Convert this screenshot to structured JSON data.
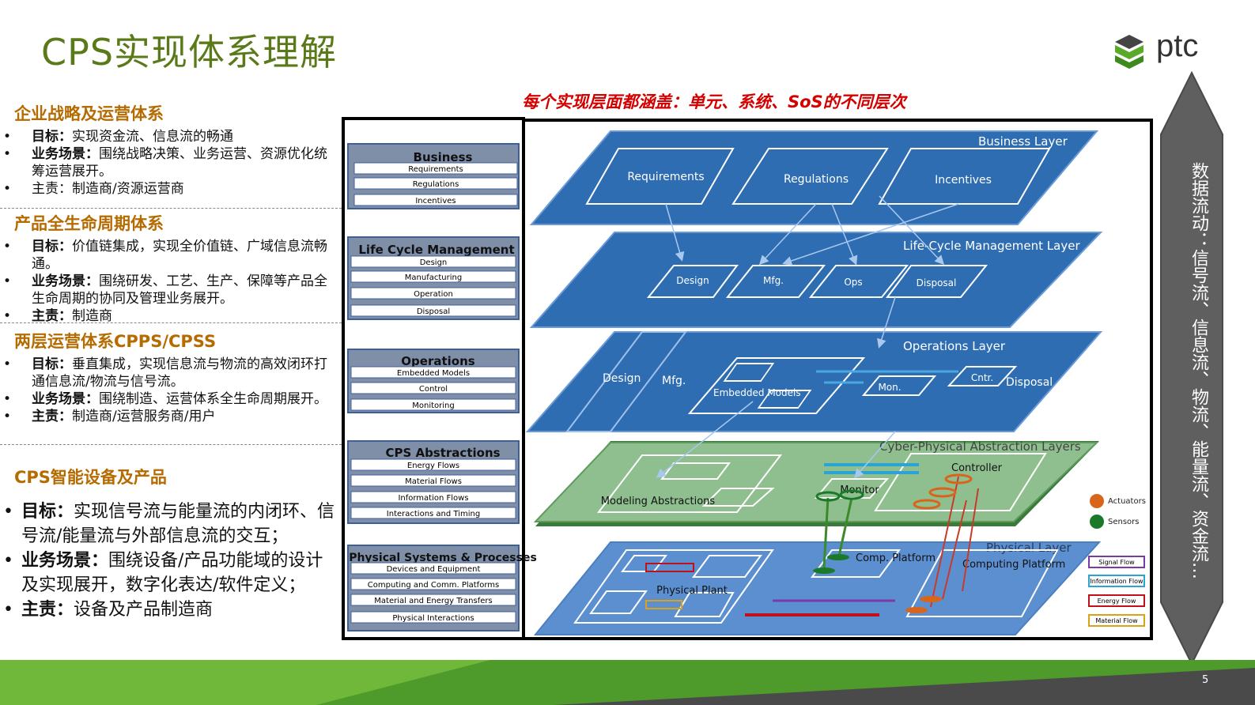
{
  "title": "CPS实现体系理解",
  "logo_text": "ptc",
  "banner": "每个实现层面都涵盖：单元、系统、SoS的不同层次",
  "sections": [
    {
      "heading": "企业战略及运营体系",
      "items": [
        {
          "label": "目标：",
          "text": "实现资金流、信息流的畅通"
        },
        {
          "label": "业务场景：",
          "text": "围绕战略决策、业务运营、资源优化统筹运营展开。"
        },
        {
          "label": "",
          "text": "主责：制造商/资源运营商"
        }
      ]
    },
    {
      "heading": "产品全生命周期体系",
      "items": [
        {
          "label": "目标：",
          "text": "价值链集成，实现全价值链、广域信息流畅通。"
        },
        {
          "label": "业务场景：",
          "text": "围绕研发、工艺、生产、保障等产品全生命周期的协同及管理业务展开。"
        },
        {
          "label": "主责：",
          "text": "制造商"
        }
      ]
    },
    {
      "heading": "两层运营体系CPPS/CPSS",
      "items": [
        {
          "label": "目标：",
          "text": "垂直集成，实现信息流与物流的高效闭环打通信息流/物流与信号流。"
        },
        {
          "label": "业务场景：",
          "text": "围绕制造、运营体系全生命周期展开。"
        },
        {
          "label": "主责：",
          "text": "制造商/运营服务商/用户"
        }
      ]
    },
    {
      "heading": "CPS智能设备及产品",
      "items": [
        {
          "label": "目标：",
          "text": "实现信号流与能量流的内闭环、信号流/能量流与外部信息流的交互；"
        },
        {
          "label": "业务场景：",
          "text": "围绕设备/产品功能域的设计及实现展开，数字化表达/软件定义；"
        },
        {
          "label": "主责：",
          "text": "设备及产品制造商"
        }
      ]
    }
  ],
  "side_boxes": [
    {
      "title": "Business",
      "items": [
        "Requirements",
        "Regulations",
        "Incentives"
      ]
    },
    {
      "title": "Life Cycle Management",
      "items": [
        "Design",
        "Manufacturing",
        "Operation",
        "Disposal"
      ]
    },
    {
      "title": "Operations",
      "items": [
        "Embedded Models",
        "Control",
        "Monitoring"
      ]
    },
    {
      "title": "CPS Abstractions",
      "items": [
        "Energy Flows",
        "Material Flows",
        "Information  Flows",
        "Interactions  and Timing"
      ]
    },
    {
      "title": "Physical Systems & Processes",
      "items": [
        "Devices and Equipment",
        "Computing  and Comm. Platforms",
        "Material  and Energy  Transfers",
        "Physical  Interactions"
      ]
    }
  ],
  "layers": {
    "business": {
      "name": "Business Layer",
      "items": [
        "Requirements",
        "Regulations",
        "Incentives"
      ]
    },
    "lifecycle": {
      "name": "Life-Cycle  Management Layer",
      "items": [
        "Design",
        "Mfg.",
        "Ops",
        "Disposal"
      ]
    },
    "operations": {
      "name": "Operations Layer",
      "items": [
        "Design",
        "Mfg.",
        "Embedded Models",
        "Mon.",
        "Cntr.",
        "Disposal"
      ]
    },
    "abstraction": {
      "name": "Cyber-Physical Abstraction Layers",
      "items": [
        "Modeling Abstractions",
        "Monitor",
        "Controller"
      ]
    },
    "physical": {
      "name": "Physical Layer",
      "items": [
        "Physical Plant",
        "Comp. Platform",
        "Computing Platform"
      ]
    }
  },
  "legend": [
    {
      "label": "Actuators",
      "color": "#d9651c"
    },
    {
      "label": "Sensors",
      "color": "#1a7a2a"
    }
  ],
  "flow_legend": [
    {
      "label": "Signal Flow",
      "color": "#7a3aa8"
    },
    {
      "label": "Information Flow",
      "color": "#2aa4d4"
    },
    {
      "label": "Energy Flow",
      "color": "#c0101a"
    },
    {
      "label": "Material Flow",
      "color": "#d9a21a"
    }
  ],
  "vertical_text": "数据流动：信号流、信息流、物流、能量流、资金流…",
  "page_number": "5",
  "colors": {
    "title": "#5a7a1a",
    "heading": "#b56b00",
    "banner": "#d40000",
    "layer_blue": "#2f6db3",
    "abstraction_green": "#8fbf8f",
    "footer_green": "#4e9a2a"
  }
}
